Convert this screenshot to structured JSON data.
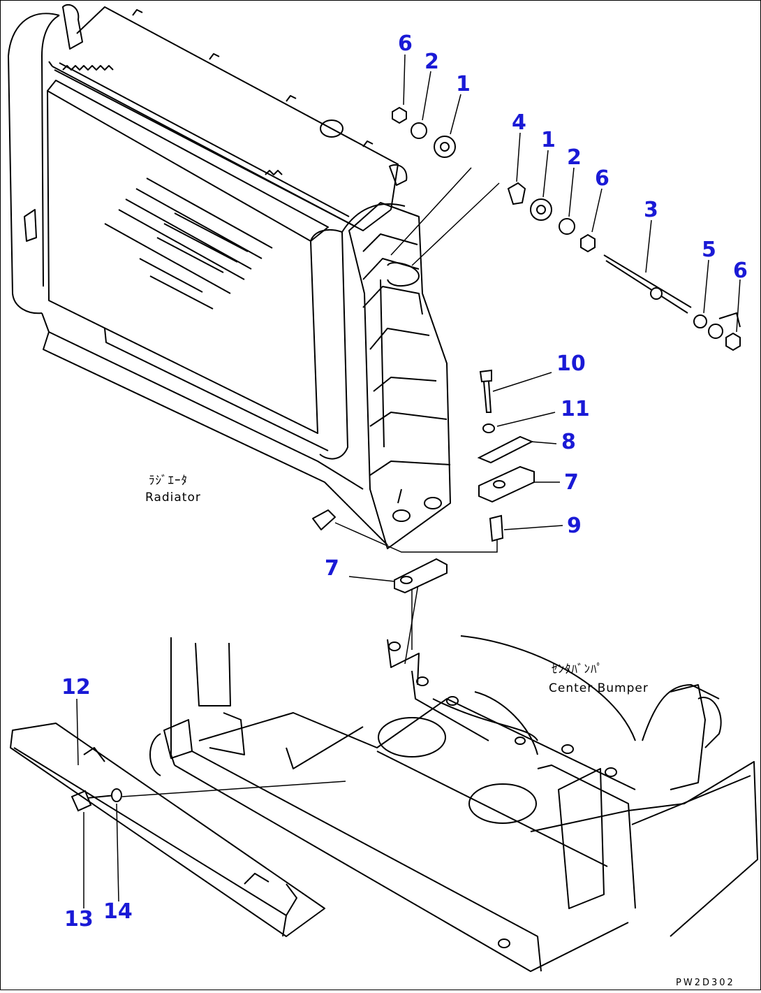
{
  "labels": {
    "radiator_jp": "ﾗｼﾞｴｰﾀ",
    "radiator_en": "Radiator",
    "bumper_jp": "ｾﾝﾀﾊﾞﾝﾊﾟ",
    "bumper_en": "Center Bumper",
    "drawing_code": "PW2D302"
  },
  "callouts": [
    "6",
    "2",
    "1",
    "4",
    "1",
    "2",
    "6",
    "3",
    "5",
    "6",
    "10",
    "11",
    "8",
    "7",
    "9",
    "7",
    "12",
    "13",
    "14"
  ],
  "colors": {
    "callout": "#1a1ad6",
    "line": "#000000",
    "background": "#ffffff"
  }
}
